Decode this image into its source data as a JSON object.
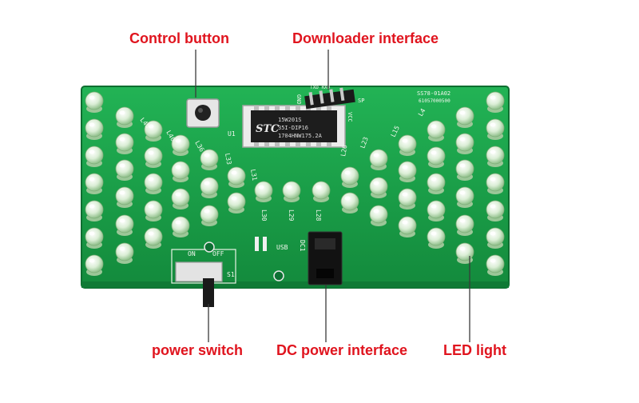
{
  "callouts": {
    "control_button": "Control button",
    "downloader_interface": "Downloader interface",
    "power_switch": "power switch",
    "dc_power_interface": "DC power interface",
    "led_light": "LED light"
  },
  "chip": {
    "logo": "STC",
    "line1": "15W201S",
    "line2": "35I-DIP16",
    "line3": "1704HNW175.2A"
  },
  "silkscreen": {
    "l45": "L45",
    "l40": "L40",
    "l36": "L36",
    "l33": "L33",
    "l31": "L31",
    "l30": "L30",
    "l29": "L29",
    "l28": "L28",
    "l26": "L26",
    "l23": "L23",
    "l15": "L15",
    "l4": "L4",
    "u1": "U1",
    "on": "ON",
    "off": "OFF",
    "s1": "S1",
    "usb": "USB",
    "dc1": "DC1",
    "vcc": "VCC",
    "gnd": "GND",
    "txd_rxd": "TXD RXD",
    "sp": "SP",
    "board_id": "SS78-01A02",
    "board_code": "61057000500"
  },
  "colors": {
    "pcb": "#1aa24a",
    "callout": "#e0141e",
    "led": "#d8ecd2"
  }
}
